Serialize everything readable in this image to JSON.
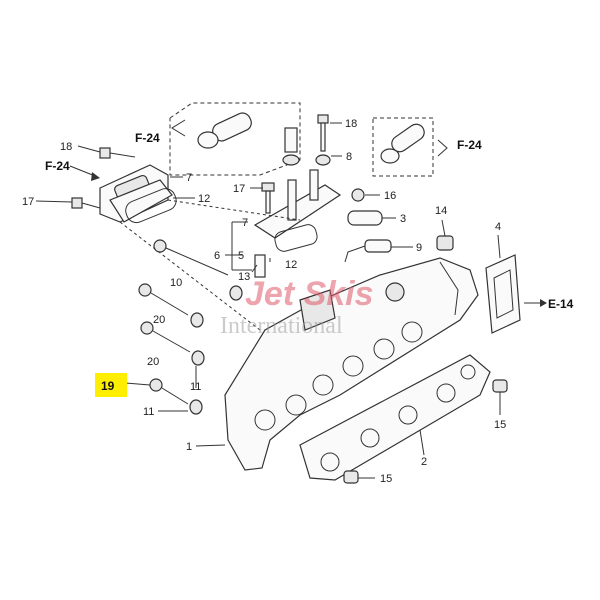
{
  "diagram": {
    "callouts": [
      {
        "id": "c18a",
        "text": "18"
      },
      {
        "id": "c18b",
        "text": "18"
      },
      {
        "id": "c17a",
        "text": "17"
      },
      {
        "id": "c17b",
        "text": "17"
      },
      {
        "id": "c7a",
        "text": "7"
      },
      {
        "id": "c7b",
        "text": "7"
      },
      {
        "id": "c12a",
        "text": "12"
      },
      {
        "id": "c12b",
        "text": "12"
      },
      {
        "id": "c8",
        "text": "8"
      },
      {
        "id": "c16",
        "text": "16"
      },
      {
        "id": "c3",
        "text": "3"
      },
      {
        "id": "c9",
        "text": "9"
      },
      {
        "id": "c14",
        "text": "14"
      },
      {
        "id": "c4",
        "text": "4"
      },
      {
        "id": "c6",
        "text": "6"
      },
      {
        "id": "c5",
        "text": "5"
      },
      {
        "id": "c13",
        "text": "13"
      },
      {
        "id": "c10",
        "text": "10"
      },
      {
        "id": "c20a",
        "text": "20"
      },
      {
        "id": "c20b",
        "text": "20"
      },
      {
        "id": "c11a",
        "text": "11"
      },
      {
        "id": "c11b",
        "text": "11"
      },
      {
        "id": "c1",
        "text": "1"
      },
      {
        "id": "c2",
        "text": "2"
      },
      {
        "id": "c15a",
        "text": "15"
      },
      {
        "id": "c15b",
        "text": "15"
      }
    ],
    "references": [
      {
        "id": "rF24a",
        "text": "F-24"
      },
      {
        "id": "rF24b",
        "text": "F-24"
      },
      {
        "id": "rF24c",
        "text": "F-24"
      },
      {
        "id": "rE14",
        "text": "E-14"
      }
    ],
    "highlight": {
      "text": "19",
      "color": "#ffee00"
    },
    "watermark": {
      "line1": "Jet Skis",
      "line2": "International"
    }
  }
}
